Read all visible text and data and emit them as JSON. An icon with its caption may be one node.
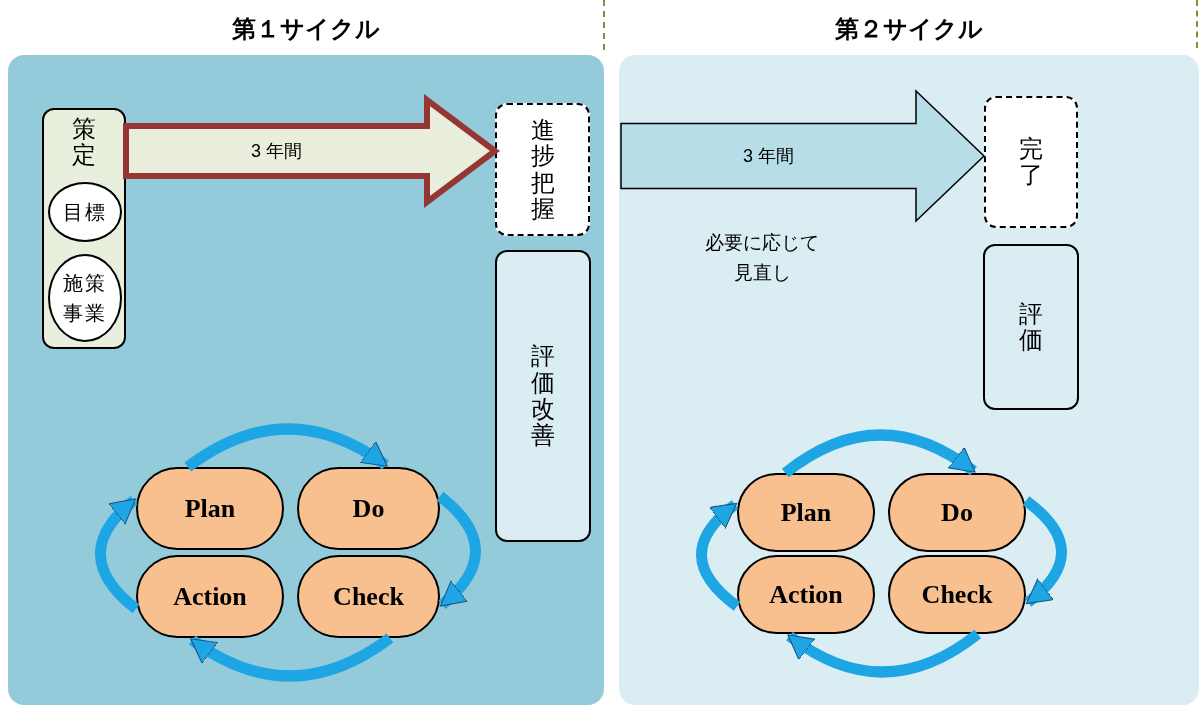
{
  "diagram": {
    "nodes": [
      {
        "text": [
          "第１サイクル"
        ]
      },
      {
        "text": [
          "策定"
        ],
        "in": 0
      },
      {
        "text": [
          "目標"
        ],
        "in": 1
      },
      {
        "text": [
          "施策事業"
        ],
        "in": 1
      },
      {
        "text": [
          "進捗把握"
        ],
        "in": 0
      },
      {
        "text": [
          "評価改善"
        ],
        "in": 0
      },
      {
        "text": [
          "Plan"
        ],
        "in": 0
      },
      {
        "text": [
          "Do"
        ],
        "in": 0
      },
      {
        "text": [
          "Action"
        ],
        "in": 0
      },
      {
        "text": [
          "Check"
        ],
        "in": 0
      },
      {
        "text": [
          "第２サイクル"
        ]
      },
      {
        "text": [
          "完了"
        ],
        "in": 10
      },
      {
        "text": [
          "評価"
        ],
        "in": 10
      },
      {
        "text": [
          "Plan"
        ],
        "in": 10
      },
      {
        "text": [
          "Do"
        ],
        "in": 10
      },
      {
        "text": [
          "Action"
        ],
        "in": 10
      },
      {
        "text": [
          "Check"
        ],
        "in": 10
      }
    ],
    "edges": [
      {
        "from": 6,
        "to": 7,
        "arrow": "to"
      },
      {
        "from": 7,
        "to": 9,
        "arrow": "to"
      },
      {
        "from": 9,
        "to": 8,
        "arrow": "to"
      },
      {
        "from": 8,
        "to": 6,
        "arrow": "to"
      },
      {
        "from": 13,
        "to": 14,
        "arrow": "to"
      },
      {
        "from": 14,
        "to": 16,
        "arrow": "to"
      },
      {
        "from": 16,
        "to": 15,
        "arrow": "to"
      },
      {
        "from": 15,
        "to": 13,
        "arrow": "to"
      },
      {
        "from": 1,
        "to": 4,
        "arrow": "to",
        "label": "3 年間",
        "style": "thick",
        "color": "#943634"
      },
      {
        "from": null,
        "to": 11,
        "arrow": "to",
        "label": "3 年間",
        "style": "thick",
        "color": "#000000"
      }
    ],
    "labels": [
      "必要に応じて見直し"
    ]
  }
}
